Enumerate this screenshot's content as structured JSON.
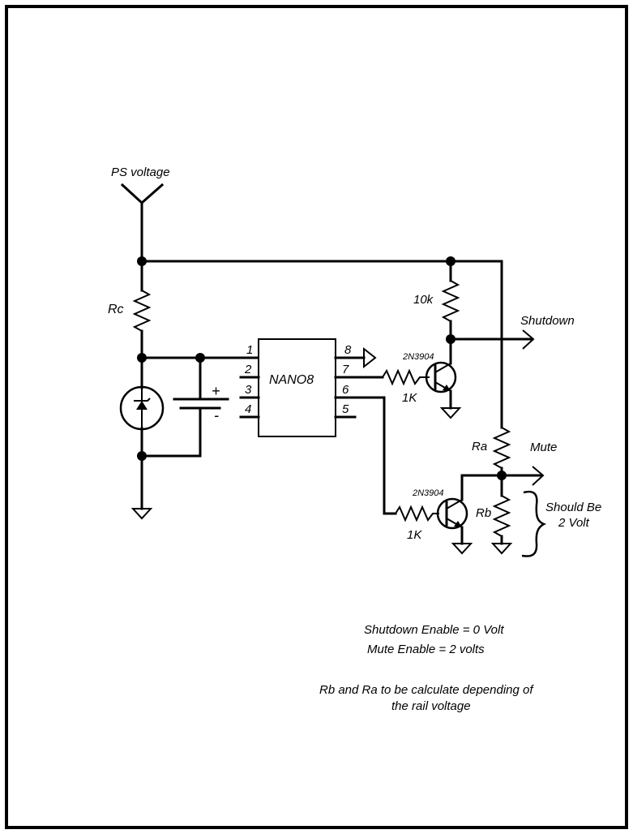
{
  "labels": {
    "ps_voltage": "PS voltage",
    "rc": "Rc",
    "r10k": "10k",
    "shutdown": "Shutdown",
    "q1_part": "2N3904",
    "q1_base_res": "1K",
    "chip": "NANO8",
    "pins": [
      "1",
      "2",
      "3",
      "4",
      "5",
      "6",
      "7",
      "8"
    ],
    "cap_plus": "+",
    "cap_minus": "-",
    "ra": "Ra",
    "mute": "Mute",
    "q2_part": "2N3904",
    "q2_base_res": "1K",
    "rb": "Rb",
    "should_be_1": "Should Be",
    "should_be_2": "2 Volt"
  },
  "notes": {
    "shutdown_enable": "Shutdown Enable = 0 Volt",
    "mute_enable": "Mute Enable = 2 volts",
    "rb_ra_1": "Rb and Ra to be calculate depending of",
    "rb_ra_2": "the rail voltage"
  }
}
